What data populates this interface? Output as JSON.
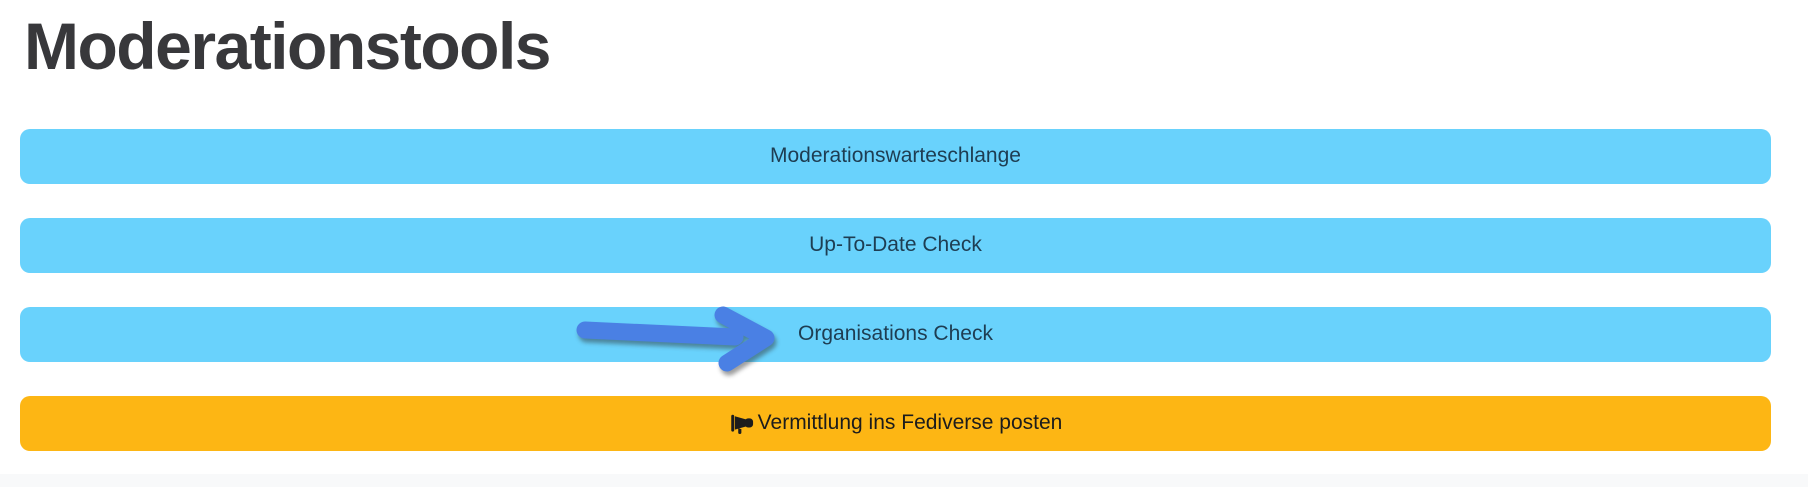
{
  "page": {
    "title": "Moderationstools"
  },
  "buttons": {
    "moderation_queue": {
      "label": "Moderationswarteschlange"
    },
    "up_to_date": {
      "label": "Up-To-Date Check"
    },
    "organisations": {
      "label": "Organisations Check"
    },
    "fediverse_post": {
      "label": "Vermittlung ins Fediverse posten",
      "icon": "megaphone-icon"
    }
  },
  "annotation": {
    "type": "arrow",
    "points_to": "Organisations Check",
    "color": "#4a80e4"
  },
  "colors": {
    "blue_button_background": "#69d2fc",
    "blue_button_text": "#1e3d52",
    "warning_button_background": "#fdb614",
    "warning_button_text": "#1c1c1c",
    "title_text": "#38383b",
    "footer_background": "#f8f9fa"
  }
}
